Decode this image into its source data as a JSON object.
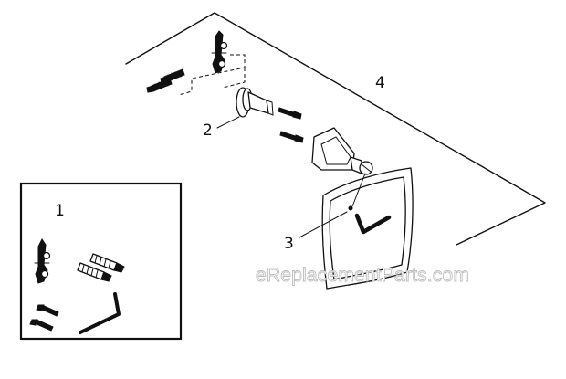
{
  "callouts": {
    "kit": "1",
    "mounting_post": "2",
    "set_screw": "3",
    "towel_ring": "4"
  },
  "watermark": "eReplacementParts.com",
  "colors": {
    "ink": "#111111",
    "watermark_outline": "#bdbdbd",
    "background": "#ffffff"
  }
}
